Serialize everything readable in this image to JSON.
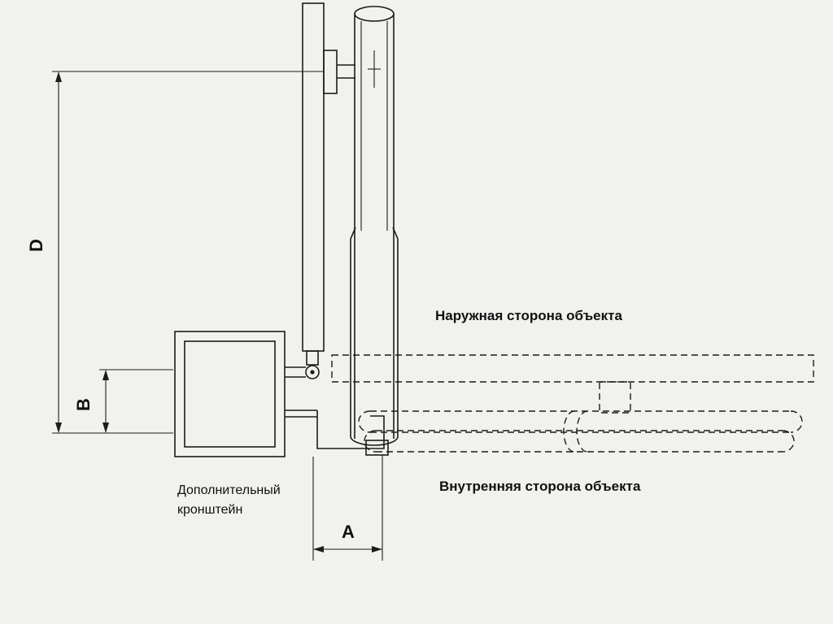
{
  "diagram": {
    "labels": {
      "outer_side": "Наружная сторона объекта",
      "inner_side": "Внутренняя сторона объекта",
      "bracket_line1": "Дополнительный",
      "bracket_line2": "кронштейн",
      "dim_d": "D",
      "dim_b": "B",
      "dim_a": "A"
    },
    "colors": {
      "background": "#f1f1ee",
      "line": "#1c1c1c",
      "text": "#111111"
    }
  }
}
